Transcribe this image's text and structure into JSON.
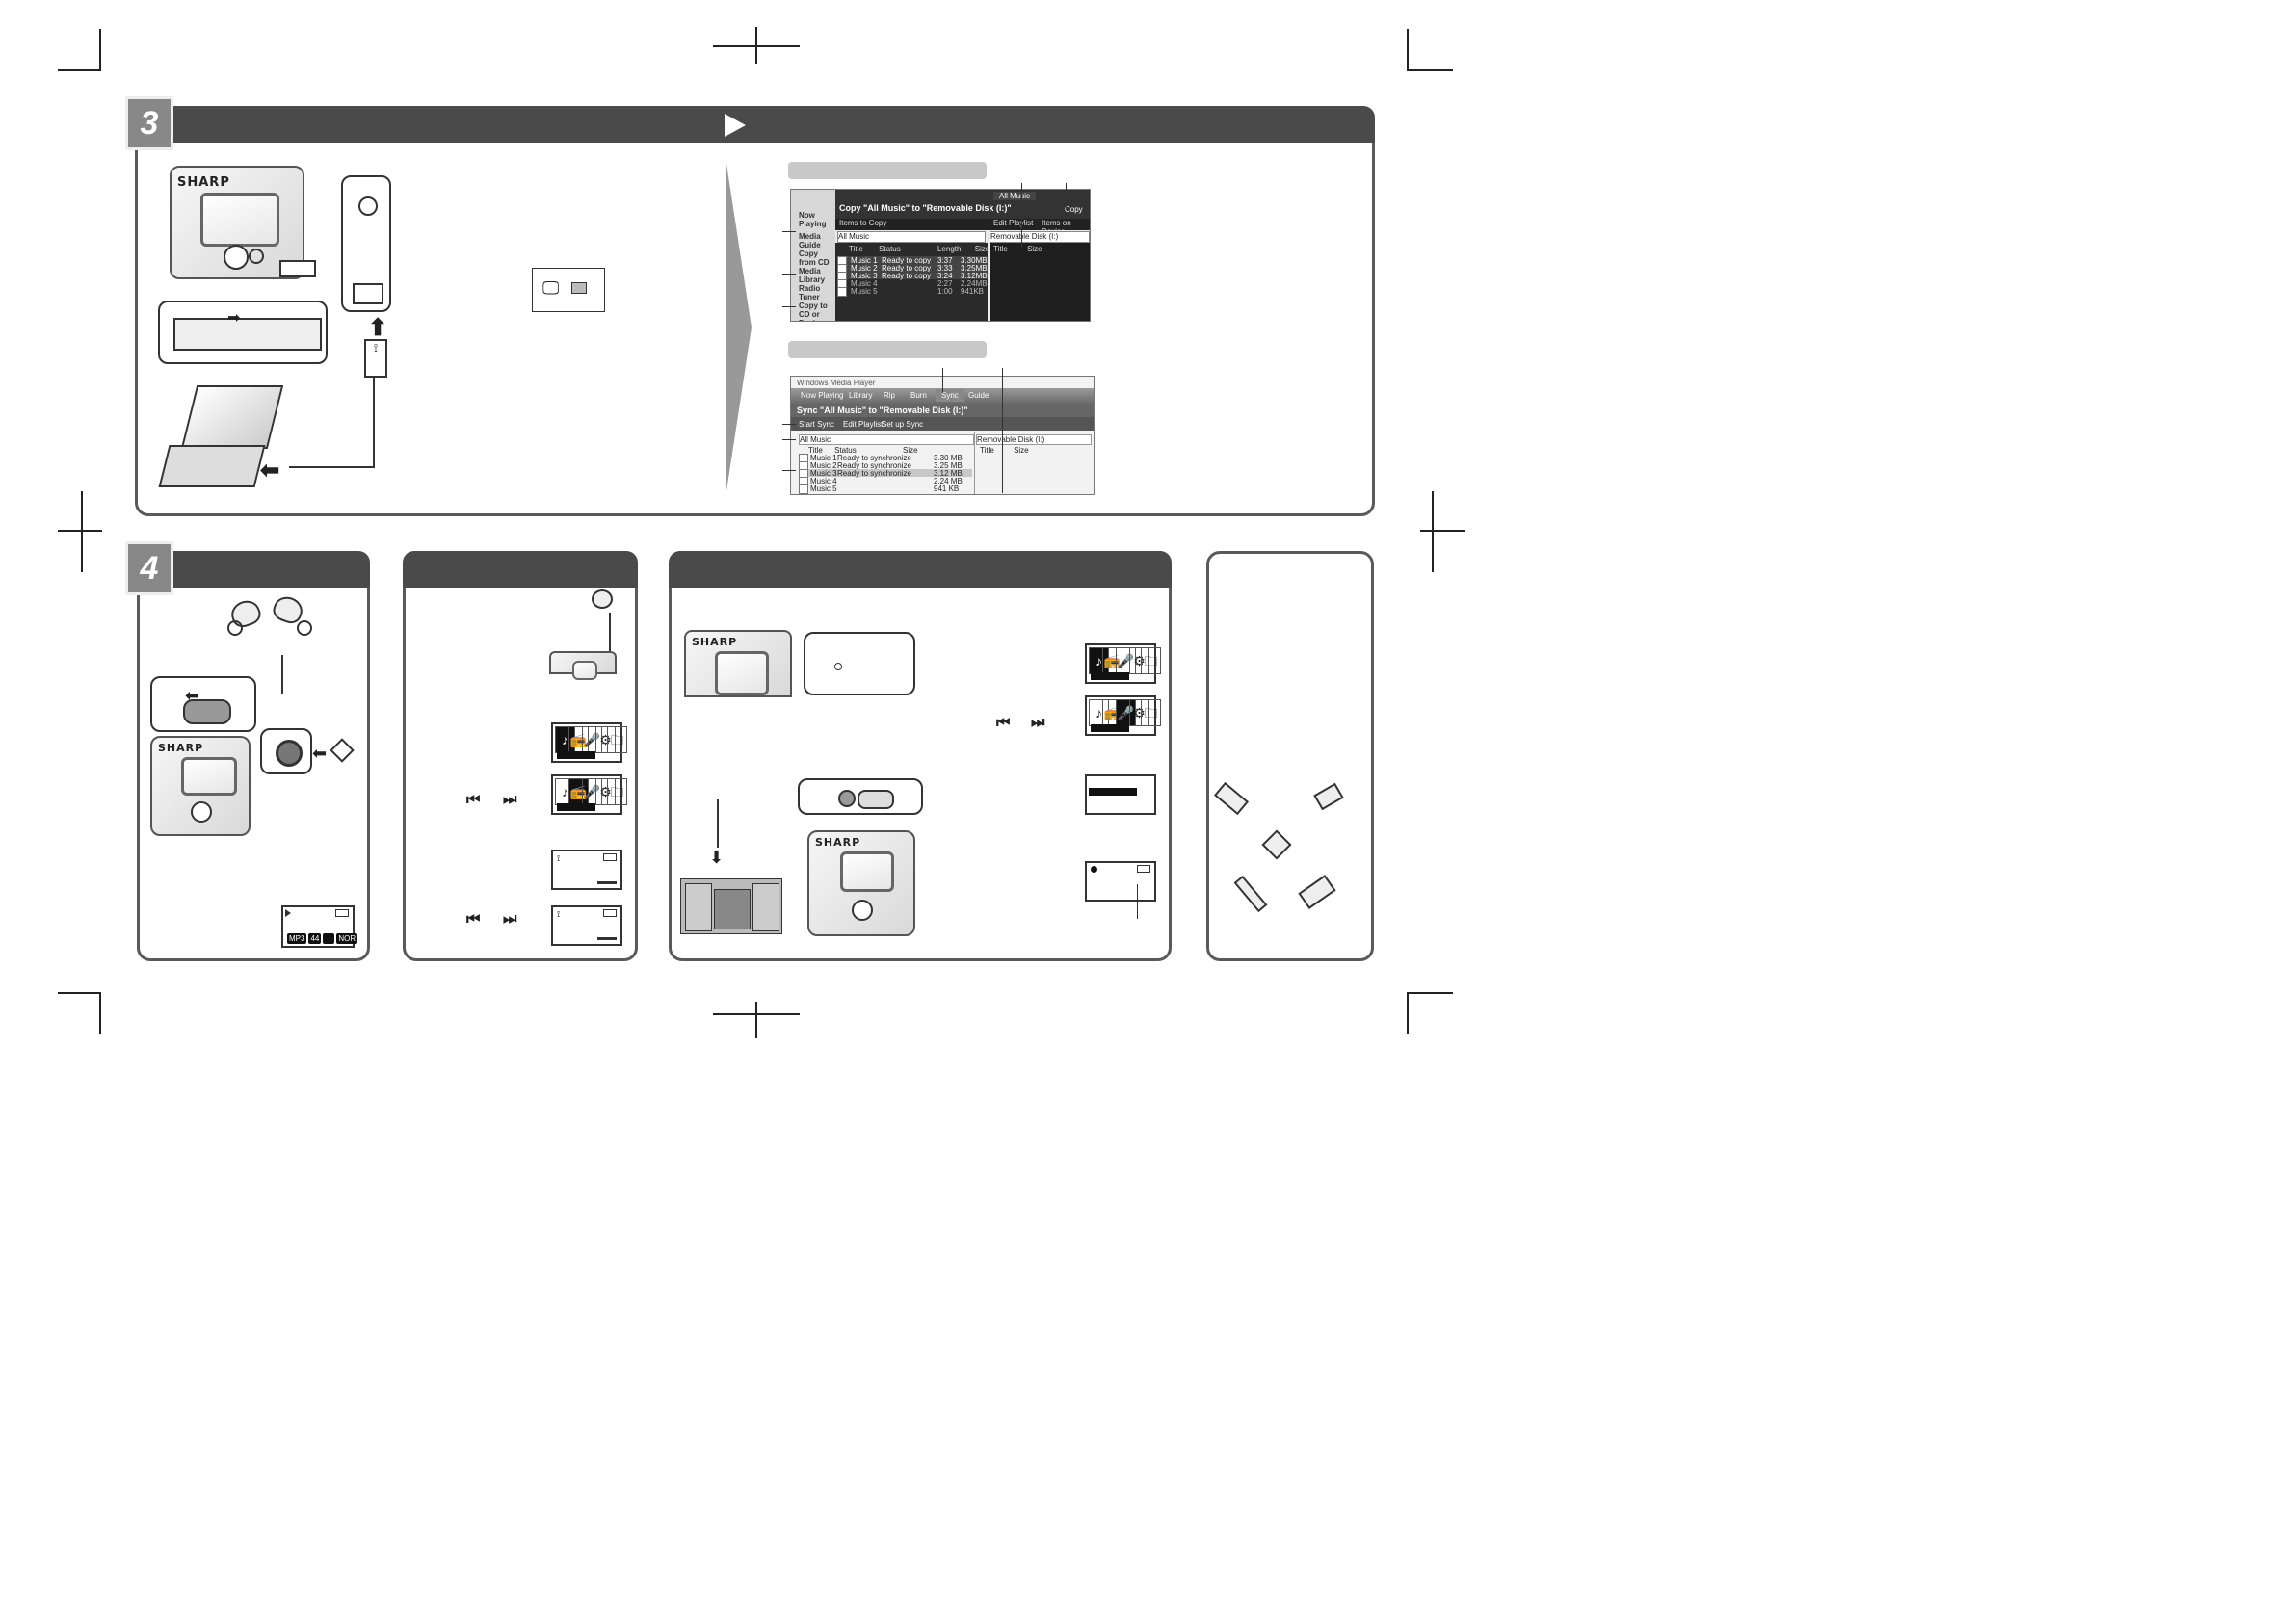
{
  "steps": {
    "step3": {
      "number": "3"
    },
    "step4": {
      "number": "4"
    }
  },
  "device": {
    "brand": "SHARP"
  },
  "wmp10": {
    "sidebar": [
      "Now Playing",
      "Media Guide",
      "Copy from CD",
      "Media Library",
      "Radio Tuner",
      "Copy to CD or Device"
    ],
    "header": "Copy \"All Music\" to \"Removable Disk (I:)\"",
    "toolbar_left": "Items to Copy",
    "toolbar_edit": "Edit Playlist",
    "toolbar_right": "Items on Device",
    "copy_button": "Copy",
    "search_label": "All Music",
    "left_select": "All Music",
    "right_select": "Removable Disk (I:)",
    "columns": [
      "Title",
      "Status",
      "Length",
      "Size"
    ],
    "right_columns": [
      "Title",
      "Size"
    ],
    "rows": [
      {
        "title": "Music 1",
        "status": "Ready to copy",
        "length": "3:37",
        "size": "3.30MB",
        "checked": true
      },
      {
        "title": "Music 2",
        "status": "Ready to copy",
        "length": "3:33",
        "size": "3.25MB",
        "checked": true
      },
      {
        "title": "Music 3",
        "status": "Ready to copy",
        "length": "3:24",
        "size": "3.12MB",
        "checked": true
      },
      {
        "title": "Music 4",
        "status": "",
        "length": "2:27",
        "size": "2.24MB",
        "checked": false
      },
      {
        "title": "Music 5",
        "status": "",
        "length": "1:00",
        "size": "941KB",
        "checked": false
      }
    ]
  },
  "wmp11": {
    "window_title": "Windows Media Player",
    "tabs": [
      "Now Playing",
      "Library",
      "Rip",
      "Burn",
      "Sync",
      "Guide"
    ],
    "header": "Sync \"All Music\" to \"Removable Disk (I:)\"",
    "start_sync": "Start Sync",
    "edit_playlist": "Edit Playlist",
    "set_up_sync": "Set up Sync",
    "left_select": "All Music",
    "right_select": "Removable Disk (I:)",
    "columns": [
      "Title",
      "Status",
      "Size"
    ],
    "right_columns": [
      "Title",
      "Size"
    ],
    "rows": [
      {
        "title": "Music 1",
        "status": "Ready to synchronize",
        "size": "3.30 MB",
        "checked": true
      },
      {
        "title": "Music 2",
        "status": "Ready to synchronize",
        "size": "3.25 MB",
        "checked": true
      },
      {
        "title": "Music 3",
        "status": "Ready to synchronize",
        "size": "3.12 MB",
        "checked": true
      },
      {
        "title": "Music 4",
        "status": "",
        "size": "2.24 MB",
        "checked": false
      },
      {
        "title": "Music 5",
        "status": "",
        "size": "941 KB",
        "checked": false
      }
    ]
  },
  "status_badges": [
    "MP3",
    "44",
    "",
    "NOR"
  ],
  "icons": {
    "play": "play-triangle-icon",
    "prev": "previous-track-icon",
    "next": "next-track-icon"
  }
}
